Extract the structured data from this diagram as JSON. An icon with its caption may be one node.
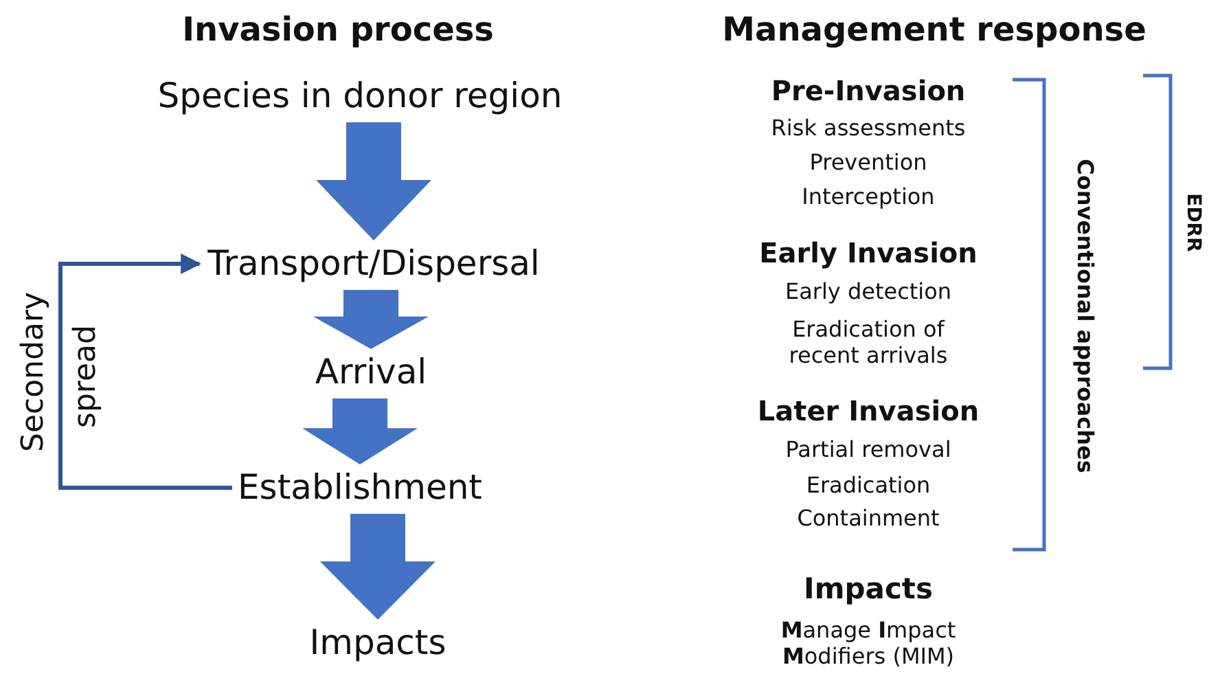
{
  "diagram": {
    "nodes": [
      {
        "text": [
          "Species in donor region"
        ]
      },
      {
        "text": [
          "Transport/Dispersal"
        ]
      },
      {
        "text": [
          "Arrival"
        ]
      },
      {
        "text": [
          "Establishment"
        ]
      },
      {
        "text": [
          "Impacts"
        ]
      }
    ],
    "edges": [
      {
        "from": 0,
        "to": 1,
        "arrow": "to",
        "style": "thick"
      },
      {
        "from": 1,
        "to": 2,
        "arrow": "to",
        "style": "thick"
      },
      {
        "from": 2,
        "to": 3,
        "arrow": "to",
        "style": "thick"
      },
      {
        "from": 3,
        "to": 4,
        "arrow": "to",
        "style": "thick"
      },
      {
        "from": 3,
        "to": 1,
        "arrow": "to",
        "label": "Secondary spread",
        "color": "#2f5597"
      }
    ],
    "labels": [
      "Invasion process",
      "Management response",
      "Pre-Invasion",
      "Risk assessments",
      "Prevention",
      "Interception",
      "Early Invasion",
      "Early detection",
      "Eradication of recent arrivals",
      "Later Invasion",
      "Partial removal",
      "Eradication",
      "Containment",
      "Conventional approaches",
      "EDRR",
      "Impacts",
      "**M**anage **I**mpact **M**odifiers (MIM)"
    ]
  }
}
